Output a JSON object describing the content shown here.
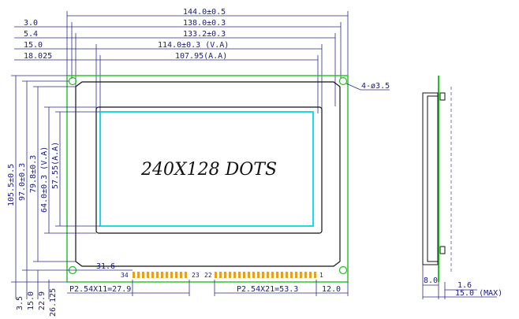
{
  "drawing": {
    "top_dimensions": [
      "144.0±0.5",
      "138.0±0.3",
      "133.2±0.3",
      "114.0±0.3 (V.A)",
      "107.95(A.A)"
    ],
    "left_offsets": [
      "3.0",
      "5.4",
      "15.0",
      "18.025"
    ],
    "hole_callout": "4-ø3.5",
    "display_label": "240X128 DOTS",
    "vertical_dimensions": [
      "105.5±0.5",
      "97.0±0.3",
      "79.8±0.3",
      "64.0±0.3 (V.A)",
      "57.55(A.A)"
    ],
    "pin_labels": {
      "pin34": "34",
      "pin23": "23",
      "pin22": "22",
      "pin1": "1"
    },
    "dim_31_6": "31.6",
    "pitch_left": "P2.54X11=27.9",
    "pitch_right": "P2.54X21=53.3",
    "dim_12_0": "12.0",
    "bottom_dimensions": [
      "3.5",
      "15.0",
      "22.9",
      "26.125"
    ],
    "side_dimensions": {
      "d8": "8.0",
      "d1_6": "1.6",
      "d15_max": "15.0 (MAX)"
    }
  }
}
